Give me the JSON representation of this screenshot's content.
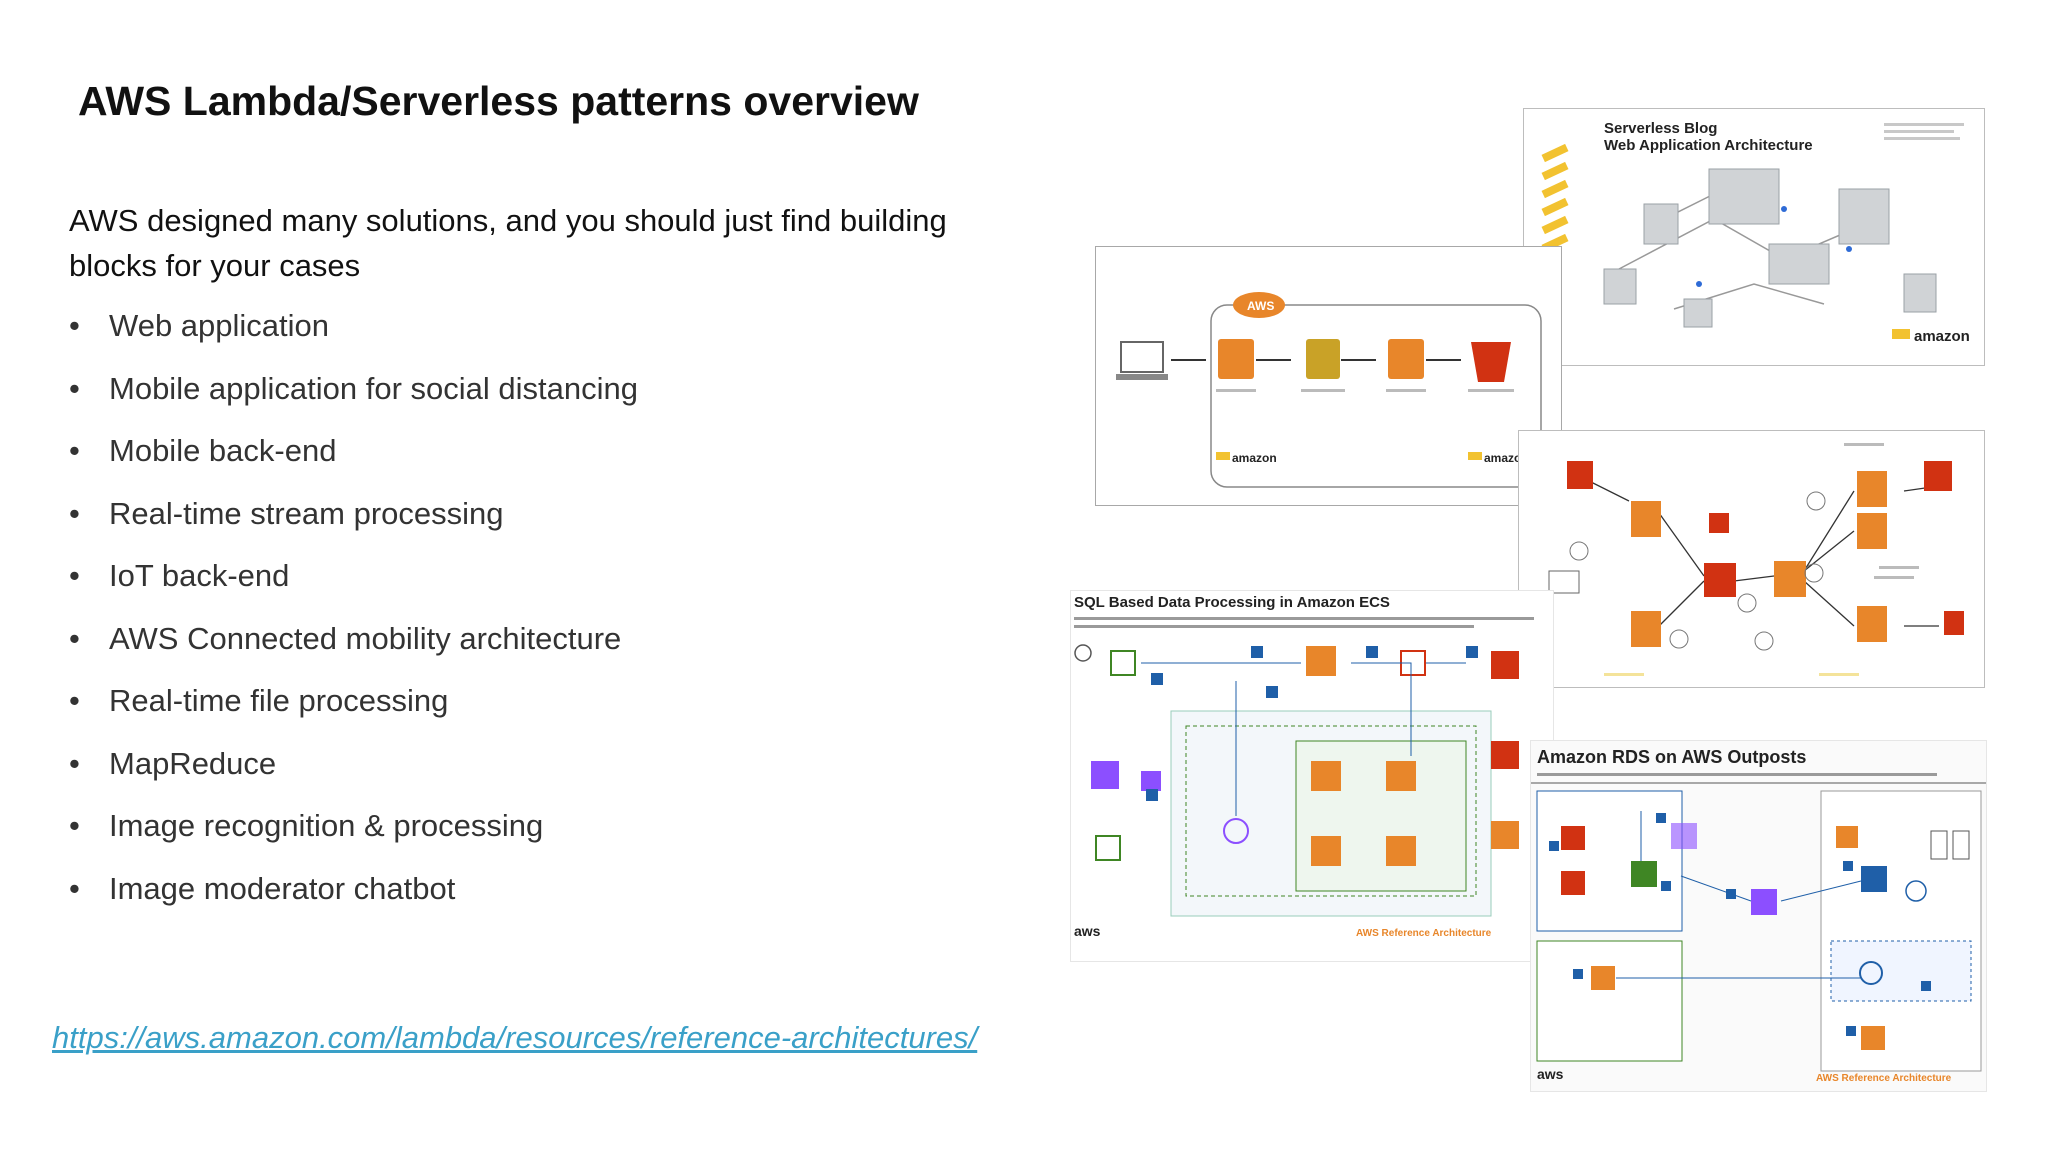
{
  "slide": {
    "title": "AWS Lambda/Serverless patterns overview",
    "lead": "AWS designed many solutions, and you should just find building blocks for your cases",
    "bullets": [
      "Web application",
      "Mobile application for social distancing",
      "Mobile back-end",
      "Real-time stream processing",
      "IoT back-end",
      "AWS Connected mobility architecture",
      "Real-time file processing",
      "MapReduce",
      "Image recognition & processing",
      "Image moderator chatbot"
    ],
    "link": "https://aws.amazon.com/lambda/resources/reference-architectures/"
  },
  "thumbnails": {
    "blog": {
      "title_line1": "Serverless Blog",
      "title_line2": "Web Application Architecture",
      "brand": "amazon"
    },
    "aws_web": {
      "cloud": "AWS",
      "brand": "amazon"
    },
    "ecs": {
      "title": "SQL Based Data Processing in Amazon ECS",
      "footer_brand": "aws",
      "footer_note": "AWS Reference Architecture"
    },
    "rds": {
      "title": "Amazon RDS on AWS Outposts",
      "footer_brand": "aws",
      "footer_note": "AWS Reference Architecture"
    }
  },
  "colors": {
    "link": "#3aa0c8",
    "aws_orange": "#e8862a",
    "aws_red": "#d13212",
    "aws_purple": "#8c4fff",
    "aws_green": "#3f8624"
  }
}
